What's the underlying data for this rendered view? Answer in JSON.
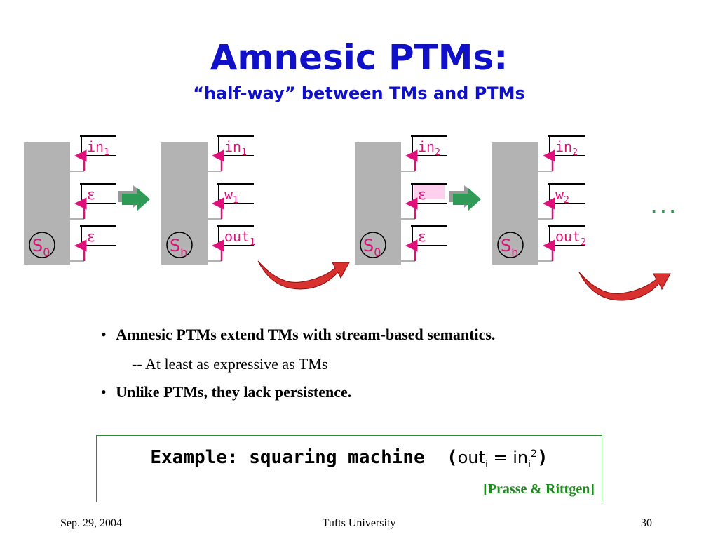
{
  "title": "Amnesic PTMs:",
  "subtitle": "“half-way” between TMs and PTMs",
  "diagram": {
    "machines": [
      {
        "state": "S",
        "state_sub": "0",
        "tapes": [
          {
            "base": "in",
            "sub": "1"
          },
          {
            "base": "ε",
            "sub": ""
          },
          {
            "base": "ε",
            "sub": ""
          }
        ]
      },
      {
        "state": "S",
        "state_sub": "h",
        "tapes": [
          {
            "base": "in",
            "sub": "1"
          },
          {
            "base": "w",
            "sub": "1"
          },
          {
            "base": "out",
            "sub": "1"
          }
        ]
      },
      {
        "state": "S",
        "state_sub": "0",
        "tapes": [
          {
            "base": "in",
            "sub": "2"
          },
          {
            "base": "ε",
            "sub": ""
          },
          {
            "base": "ε",
            "sub": ""
          }
        ]
      },
      {
        "state": "S",
        "state_sub": "h",
        "tapes": [
          {
            "base": "in",
            "sub": "2"
          },
          {
            "base": "w",
            "sub": "2"
          },
          {
            "base": "out",
            "sub": "2"
          }
        ]
      }
    ],
    "ellipsis": "...",
    "colors": {
      "machine": "#b3b3b3",
      "label": "#e0107a",
      "arrow_green": "#2e9a56",
      "arrow_red": "#d93030",
      "highlight": "#ffd0ee"
    }
  },
  "bullets": [
    {
      "text": "Amnesic PTMs extend TMs with stream-based semantics."
    },
    {
      "text": "--  At least as expressive as TMs"
    },
    {
      "text": "Unlike PTMs, they lack persistence."
    }
  ],
  "example": {
    "label": "Example: squaring machine",
    "open": "(",
    "out": "out",
    "out_sub": "i",
    "eq": " = ",
    "in": "in",
    "in_sub": "i",
    "in_sup": "2",
    "close": ")",
    "citation": "[Prasse & Rittgen]"
  },
  "footer": {
    "date": "Sep. 29, 2004",
    "center": "Tufts University",
    "page": "30"
  }
}
